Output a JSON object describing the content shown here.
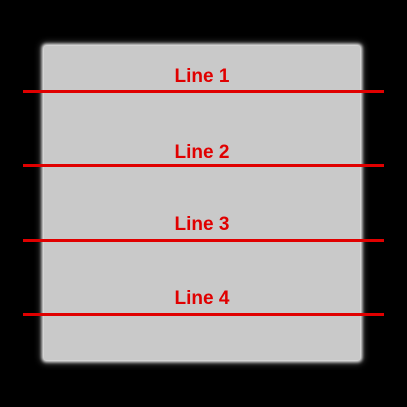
{
  "colors": {
    "background": "#000000",
    "panel": "#c9c9c9",
    "accent": "#e00000"
  },
  "lines": [
    {
      "label": "Line 1"
    },
    {
      "label": "Line 2"
    },
    {
      "label": "Line 3"
    },
    {
      "label": "Line 4"
    }
  ]
}
